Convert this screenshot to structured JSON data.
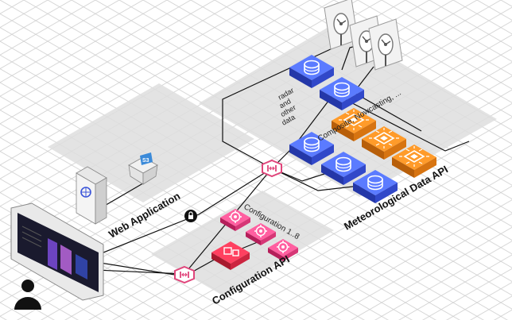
{
  "labels": {
    "web_app": "Web Application",
    "config_api": "Configuration API",
    "met_api": "Meteorological Data API",
    "composite": "Composite, Nowcasting, ...",
    "config_set": "Configuration 1..8",
    "radar_1": "radar",
    "radar_2": "and",
    "radar_3": "other",
    "radar_4": "data",
    "s3_badge": "S3"
  },
  "colors": {
    "database_blue": "#3b55d9",
    "compute_orange": "#f08a1c",
    "gateway_pink": "#e0457b",
    "config_red": "#e0304a",
    "zone_gray": "#dedede"
  },
  "icons": [
    "radar-dish-icon",
    "database-icon",
    "compute-chip-icon",
    "api-gateway-icon",
    "s3-bucket-icon",
    "server-icon",
    "user-icon",
    "monitor-icon",
    "padlock-icon",
    "gear-icon"
  ]
}
